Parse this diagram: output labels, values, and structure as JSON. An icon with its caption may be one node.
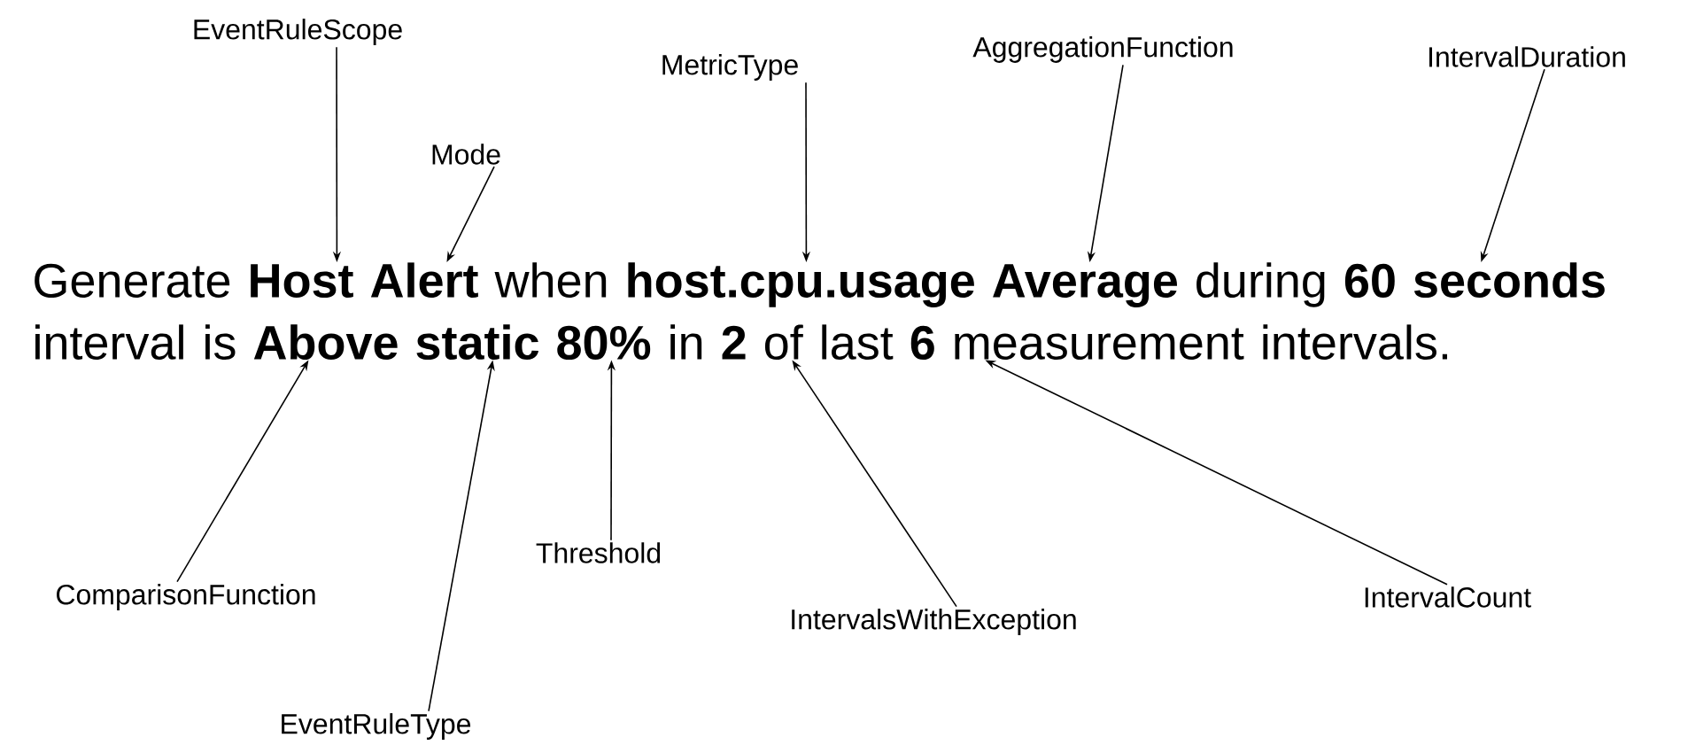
{
  "diagram": {
    "nodes": [
      {
        "text": [
          "EventRuleScope"
        ]
      },
      {
        "text": [
          "Mode"
        ]
      },
      {
        "text": [
          "MetricType"
        ]
      },
      {
        "text": [
          "AggregationFunction"
        ]
      },
      {
        "text": [
          "IntervalDuration"
        ]
      },
      {
        "text": [
          "Generate **Host**  **Alert** when **host.cpu.usage Average** during **60 seconds** interval is **Above static 80%** in  **2** of last **6** measurement intervals."
        ]
      },
      {
        "text": [
          "ComparisonFunction"
        ]
      },
      {
        "text": [
          "Threshold"
        ]
      },
      {
        "text": [
          "IntervalsWithException"
        ]
      },
      {
        "text": [
          "IntervalCount"
        ]
      },
      {
        "text": [
          "EventRuleType"
        ]
      }
    ],
    "edges": [
      {
        "from": 0,
        "to": 5,
        "arrow": "to"
      },
      {
        "from": 1,
        "to": 5,
        "arrow": "to"
      },
      {
        "from": 2,
        "to": 5,
        "arrow": "to"
      },
      {
        "from": 3,
        "to": 5,
        "arrow": "to"
      },
      {
        "from": 4,
        "to": 5,
        "arrow": "to"
      },
      {
        "from": 6,
        "to": 5,
        "arrow": "to"
      },
      {
        "from": 10,
        "to": 5,
        "arrow": "to"
      },
      {
        "from": 7,
        "to": 5,
        "arrow": "to"
      },
      {
        "from": 8,
        "to": 5,
        "arrow": "to"
      },
      {
        "from": 9,
        "to": 5,
        "arrow": "to"
      }
    ]
  }
}
